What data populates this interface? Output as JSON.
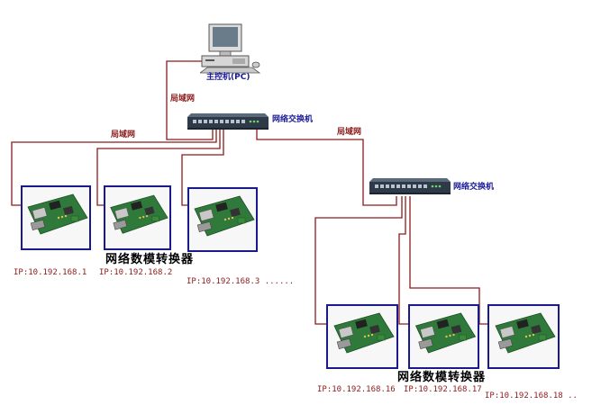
{
  "colors": {
    "wire": "#8b1a1a",
    "device_frame": "#1a1a8c",
    "label_blue": "#1a1a99",
    "label_red": "#8b1a1a"
  },
  "host": {
    "label": "主控机(PC)",
    "icon": "desktop-computer-icon"
  },
  "switches": [
    {
      "label": "网络交换机",
      "icon": "network-switch-icon"
    },
    {
      "label": "网络交换机",
      "icon": "network-switch-icon"
    }
  ],
  "lan_labels": [
    "局域网",
    "局域网",
    "局域网"
  ],
  "groups": [
    {
      "title": "网络数模转换器",
      "devices": [
        {
          "ip": "IP:10.192.168.1"
        },
        {
          "ip": "IP:10.192.168.2"
        },
        {
          "ip": "IP:10.192.168.3 ......"
        }
      ]
    },
    {
      "title": "网络数模转换器",
      "devices": [
        {
          "ip": "IP:10.192.168.16"
        },
        {
          "ip": "IP:10.192.168.17"
        },
        {
          "ip": "IP:10.192.168.18 .."
        }
      ]
    }
  ]
}
